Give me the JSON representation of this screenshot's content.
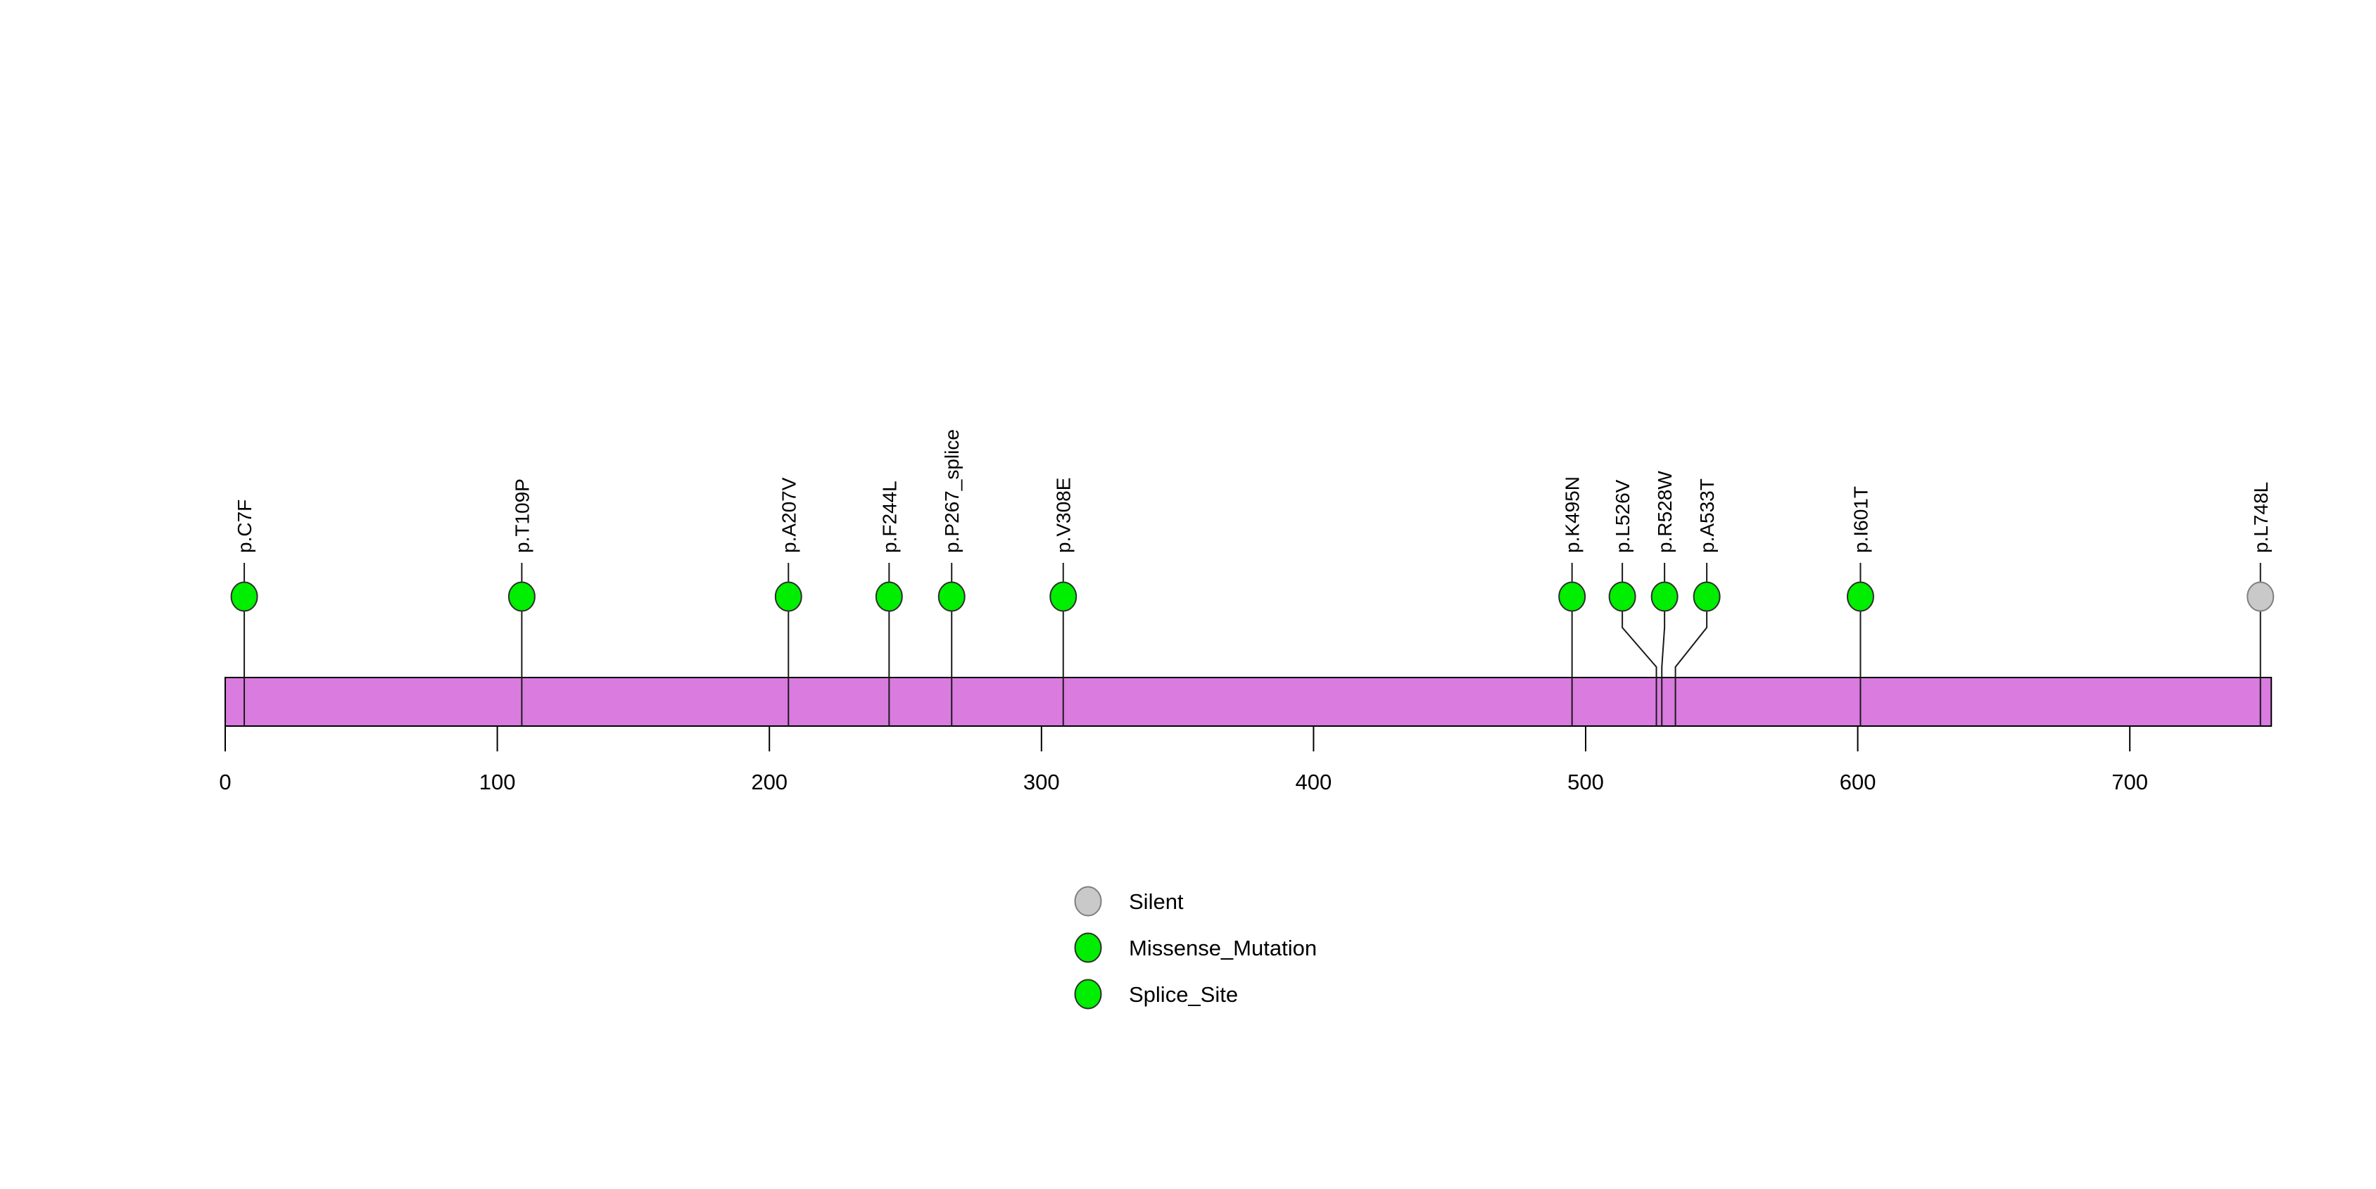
{
  "chart_data": {
    "type": "lollipop",
    "description": "Protein lollipop mutation plot with a single protein domain bar",
    "protein_length": 752,
    "bar_color": "#D97BDF",
    "xlabel": "",
    "ylabel": "",
    "x_axis": {
      "min": 0,
      "max": 752,
      "ticks": [
        0,
        100,
        200,
        300,
        400,
        500,
        600,
        700
      ]
    },
    "type_colors": {
      "Silent": {
        "fill": "#C9C9C9",
        "stroke": "#7F7F7F"
      },
      "Missense_Mutation": {
        "fill": "#00EE00",
        "stroke": "#2E2E2E"
      },
      "Splice_Site": {
        "fill": "#00EE00",
        "stroke": "#2E2E2E"
      }
    },
    "mutations": [
      {
        "label": "p.C7F",
        "pos": 7,
        "type": "Missense_Mutation"
      },
      {
        "label": "p.T109P",
        "pos": 109,
        "type": "Missense_Mutation"
      },
      {
        "label": "p.A207V",
        "pos": 207,
        "type": "Missense_Mutation"
      },
      {
        "label": "p.F244L",
        "pos": 244,
        "type": "Missense_Mutation"
      },
      {
        "label": "p.P267_splice",
        "pos": 267,
        "type": "Splice_Site"
      },
      {
        "label": "p.V308E",
        "pos": 308,
        "type": "Missense_Mutation"
      },
      {
        "label": "p.K495N",
        "pos": 495,
        "type": "Missense_Mutation"
      },
      {
        "label": "p.L526V",
        "pos": 526,
        "type": "Missense_Mutation"
      },
      {
        "label": "p.R528W",
        "pos": 528,
        "type": "Missense_Mutation"
      },
      {
        "label": "p.A533T",
        "pos": 533,
        "type": "Missense_Mutation"
      },
      {
        "label": "p.I601T",
        "pos": 601,
        "type": "Missense_Mutation"
      },
      {
        "label": "p.L748L",
        "pos": 748,
        "type": "Silent"
      }
    ]
  },
  "legend": {
    "items": [
      {
        "label": "Silent",
        "color": "#C9C9C9"
      },
      {
        "label": "Missense_Mutation",
        "color": "#00EE00"
      },
      {
        "label": "Splice_Site",
        "color": "#00EE00"
      }
    ]
  }
}
